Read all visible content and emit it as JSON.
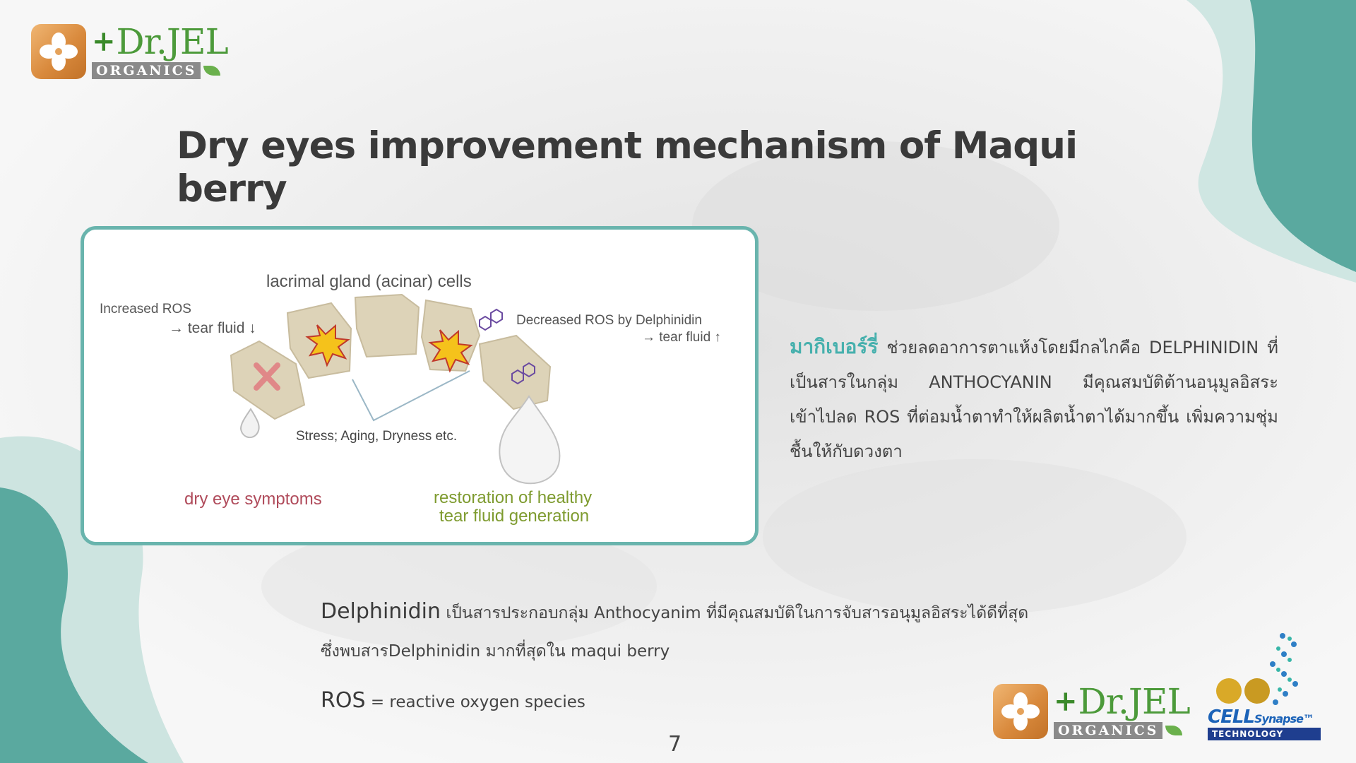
{
  "colors": {
    "teal": "#69b4ad",
    "teal_dark": "#5aa99f",
    "teal_light": "#c9e4e0",
    "accent_text": "#46b0ad",
    "dry_eye_red": "#b04b5b",
    "restoration_green": "#7e9b2f"
  },
  "logo": {
    "name": "Dr.JEL",
    "sub": "ORGANICS",
    "icon": "flower-icon"
  },
  "title": "Dry eyes improvement mechanism of Maqui berry",
  "diagram": {
    "gland_label": "lacrimal gland (acinar) cells",
    "increased_ros": "Increased ROS",
    "tear_fluid_down": "→ tear fluid ↓",
    "decreased_ros": "Decreased ROS by Delphinidin",
    "tear_fluid_up": "→ tear fluid ↑",
    "stress": "Stress; Aging, Dryness etc.",
    "dry_eye": "dry eye symptoms",
    "restoration_1": "restoration of healthy",
    "restoration_2": "tear fluid generation"
  },
  "thai": {
    "heading": "มากิเบอร์รี่",
    "body": " ช่วยลดอาการตาแห้งโดยมีกลไกคือ DELPHINIDIN ที่เป็นสารในกลุ่ม ANTHOCYANIN มีคุณสมบัติต้านอนุมูลอิสระ เข้าไปลด ROS ที่ต่อมน้ำตาทำให้ผลิตน้ำตาได้มากขึ้น เพิ่มความชุ่มชื้นให้กับดวงตา"
  },
  "bottom": {
    "delphinidin": "Delphinidin",
    "line1": " เป็นสารประกอบกลุ่ม Anthocyanim ที่มีคุณสมบัติในการจับสารอนุมูลอิสระได้ดีที่สุด",
    "line2": "ซึ่งพบสารDelphinidin มากที่สุดใน maqui berry",
    "ros": "ROS",
    "ros_def": " = reactive oxygen species"
  },
  "page_number": "7",
  "cell_logo": {
    "cell": "CELL",
    "synapse": "Synapse",
    "tm": "™",
    "technology": "TECHNOLOGY"
  }
}
